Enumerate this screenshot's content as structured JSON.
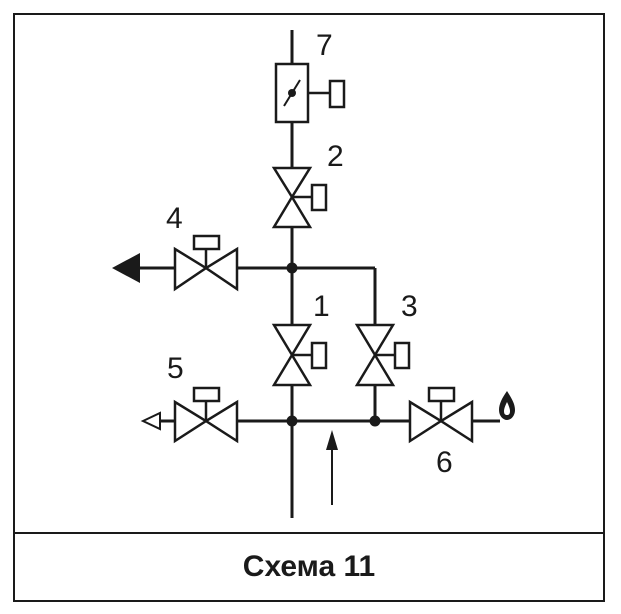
{
  "caption": "Схема 11",
  "labels": {
    "valve_1": "1",
    "valve_2": "2",
    "valve_3": "3",
    "valve_4": "4",
    "valve_5": "5",
    "valve_6": "6",
    "device_7": "7"
  },
  "colors": {
    "line": "#1a1a1a",
    "background": "#ffffff"
  }
}
